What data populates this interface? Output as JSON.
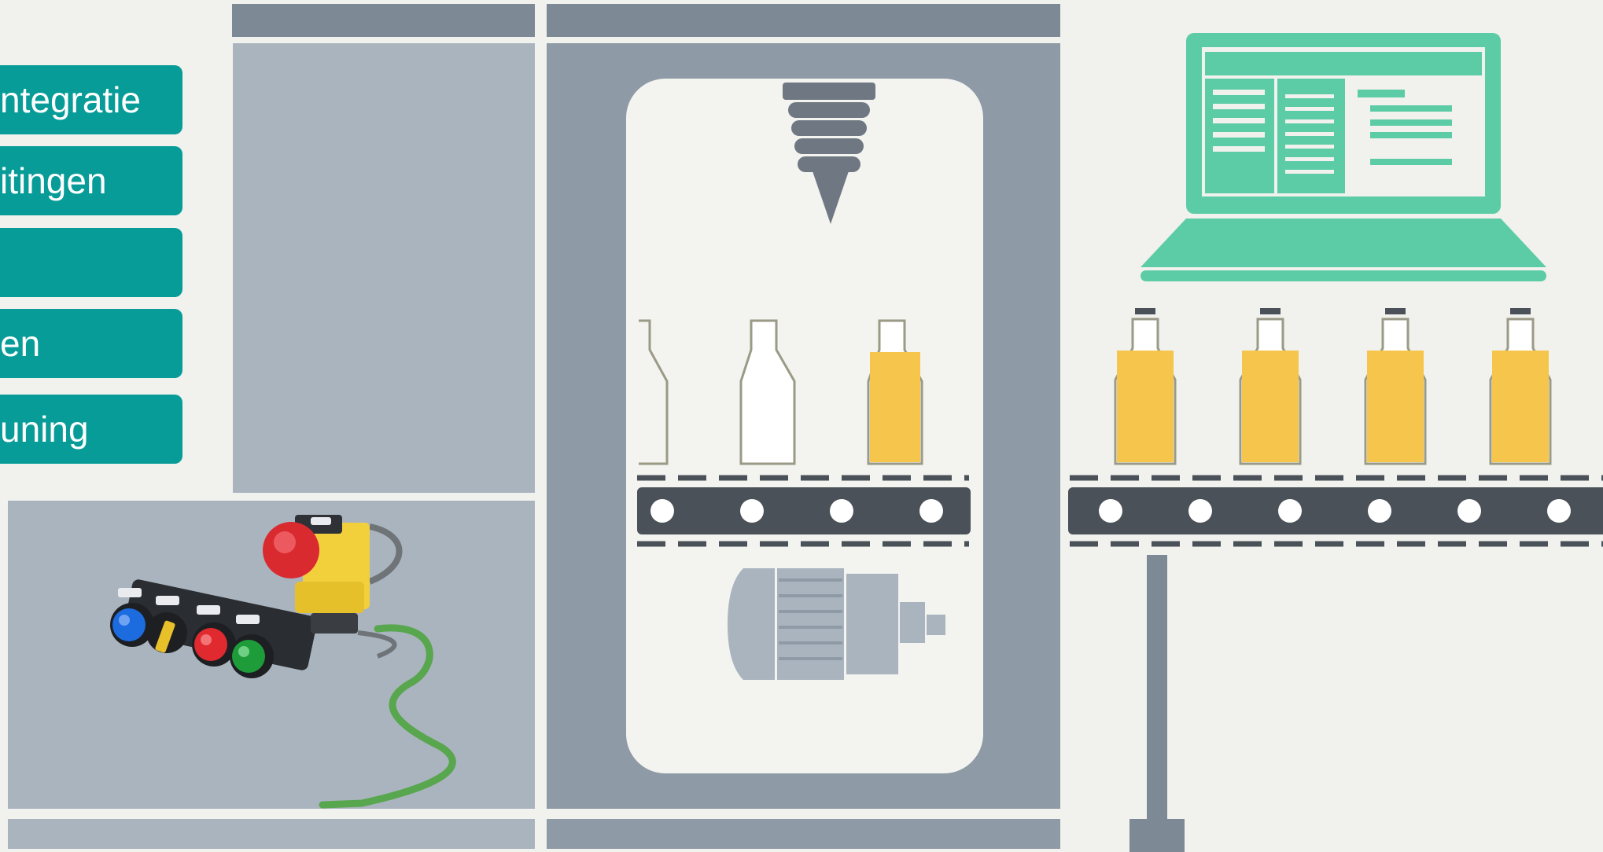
{
  "menu": {
    "items": [
      {
        "label": "ntegratie"
      },
      {
        "label": "itingen"
      },
      {
        "label": ""
      },
      {
        "label": "en"
      },
      {
        "label": "uning"
      }
    ]
  },
  "colors": {
    "accent": "#079c98",
    "laptop": "#5ccca6",
    "bottle_fill": "#f6c54c",
    "panel_light": "#aab4be",
    "panel_dark": "#8e9aa5",
    "top_bar": "#7d8a95",
    "conveyor": "#4a5158",
    "background": "#f1f1ee"
  },
  "icons": {
    "filler": "filler-nozzle-icon",
    "motor": "motor-icon",
    "laptop": "laptop-icon",
    "bottle": "bottle-icon",
    "control_buttons": "control-buttons-icon"
  }
}
